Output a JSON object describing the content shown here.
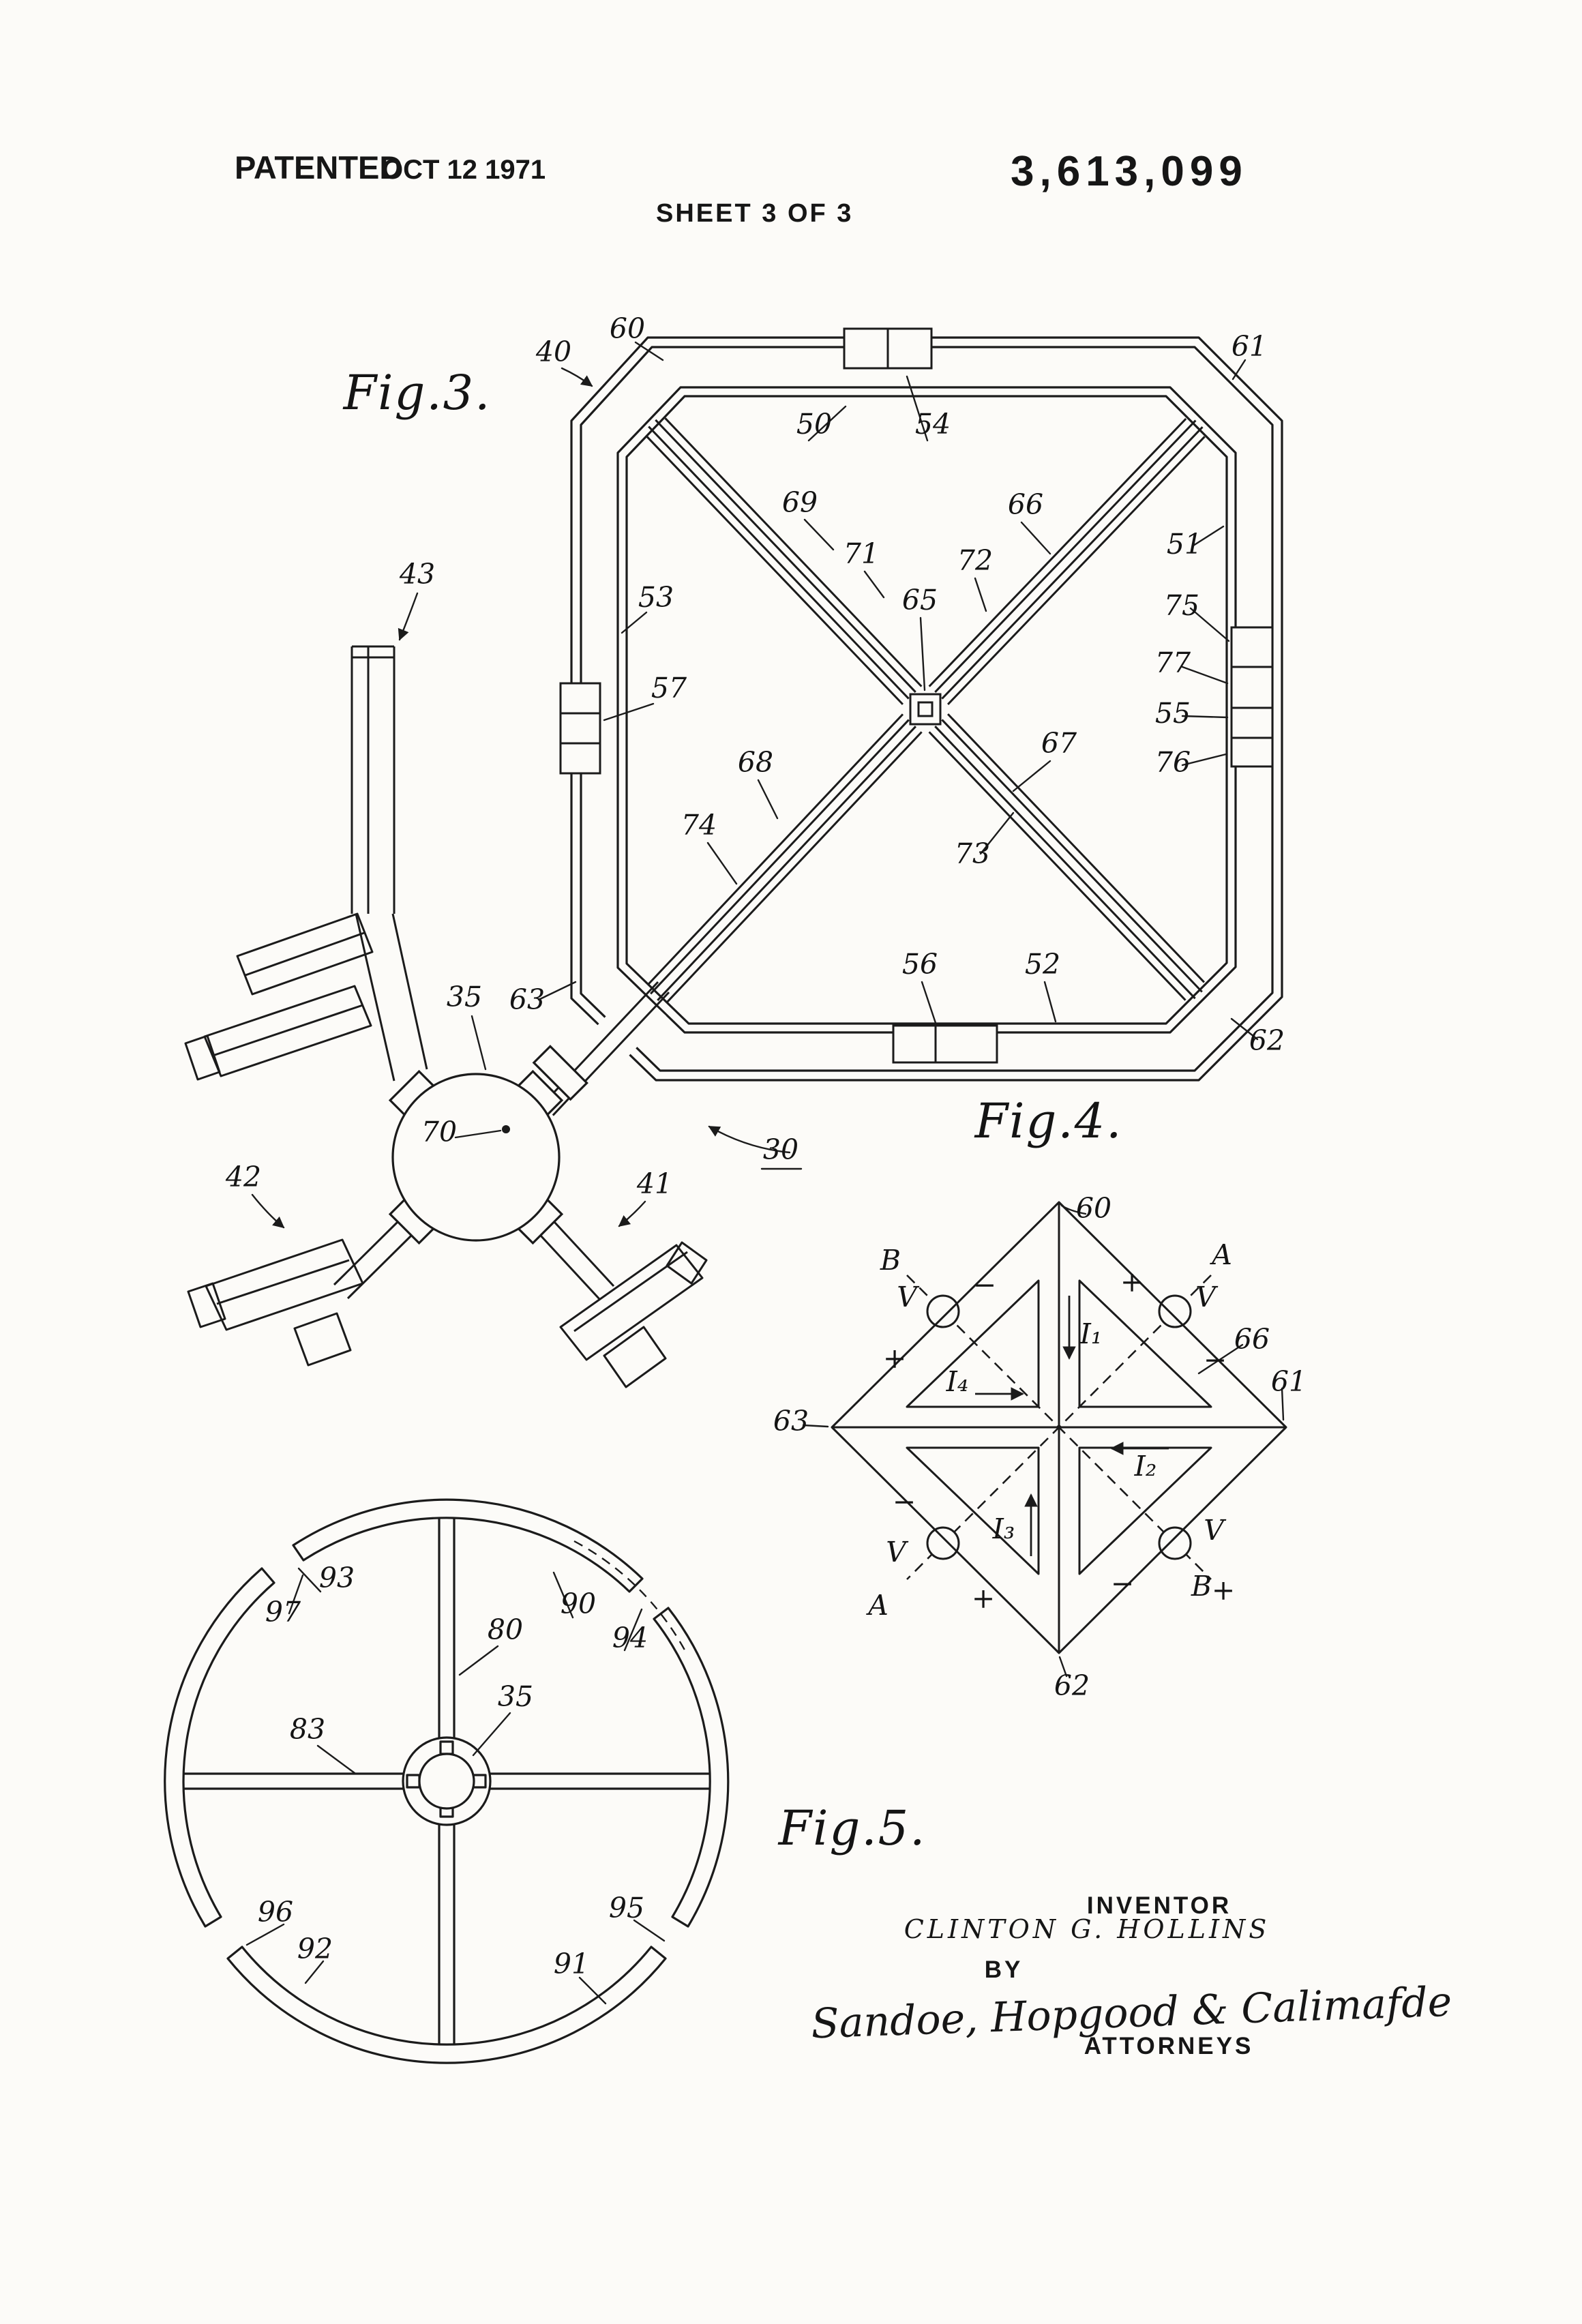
{
  "header": {
    "patented_label": "PATENTED",
    "patent_date": "OCT 12 1971",
    "patent_number": "3,613,099",
    "sheet_label": "SHEET 3 OF 3"
  },
  "fig3": {
    "caption": "Fig.3.",
    "labels": [
      "40",
      "60",
      "61",
      "50",
      "54",
      "69",
      "71",
      "66",
      "72",
      "65",
      "51",
      "53",
      "75",
      "77",
      "55",
      "57",
      "76",
      "67",
      "68",
      "74",
      "73",
      "56",
      "52",
      "62",
      "63",
      "35",
      "70",
      "30",
      "43",
      "42",
      "41"
    ]
  },
  "fig4": {
    "caption": "Fig.4.",
    "labels": [
      "60",
      "B",
      "A",
      "V",
      "−",
      "+",
      "+",
      "V",
      "−",
      "I₁",
      "I₄",
      "66",
      "61",
      "63",
      "I₂",
      "I₃",
      "−",
      "V",
      "+",
      "V",
      "−",
      "+",
      "A",
      "B",
      "62"
    ]
  },
  "fig5": {
    "caption": "Fig.5.",
    "labels": [
      "93",
      "97",
      "90",
      "80",
      "94",
      "83",
      "35",
      "96",
      "92",
      "95",
      "91"
    ]
  },
  "footer": {
    "inventor_label": "INVENTOR",
    "inventor_name": "CLINTON G. HOLLINS",
    "by_label": "BY",
    "signature": "Sandoe, Hopgood & Calimafde",
    "attorneys_label": "ATTORNEYS"
  }
}
